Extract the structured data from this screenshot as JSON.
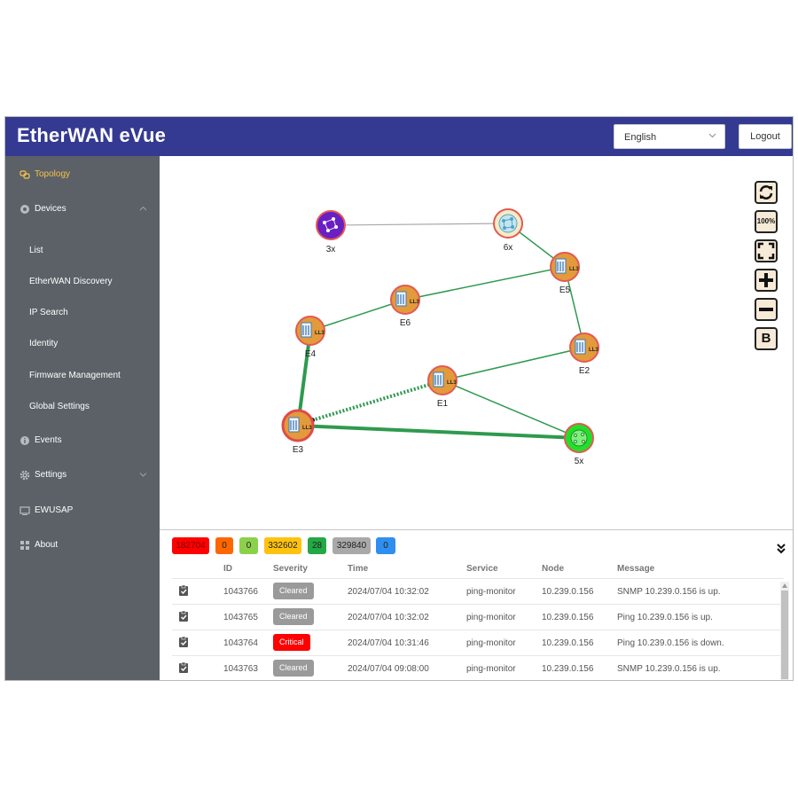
{
  "app": {
    "title": "EtherWAN eVue"
  },
  "header": {
    "language": "English",
    "logout_label": "Logout"
  },
  "sidebar": {
    "items": [
      {
        "label": "Topology",
        "icon": "topology-icon",
        "active": true
      },
      {
        "label": "Devices",
        "icon": "devices-icon",
        "expanded": true
      },
      {
        "label": "Events",
        "icon": "info-icon"
      },
      {
        "label": "Settings",
        "icon": "gear-icon"
      },
      {
        "label": "EWUSAP",
        "icon": "monitor-icon"
      },
      {
        "label": "About",
        "icon": "grid-icon"
      }
    ],
    "device_subitems": [
      "List",
      "EtherWAN Discovery",
      "IP Search",
      "Identity",
      "Firmware Management",
      "Global Settings"
    ]
  },
  "topology": {
    "nodes": [
      {
        "id": "3x",
        "label": "3x",
        "type": "group-purple"
      },
      {
        "id": "6x",
        "label": "6x",
        "type": "group-cloud"
      },
      {
        "id": "E5",
        "label": "E5",
        "type": "switch-l3"
      },
      {
        "id": "E6",
        "label": "E6",
        "type": "switch-l3"
      },
      {
        "id": "E4",
        "label": "E4",
        "type": "switch-l3"
      },
      {
        "id": "E2",
        "label": "E2",
        "type": "switch-l3"
      },
      {
        "id": "E1",
        "label": "E1",
        "type": "switch-l3"
      },
      {
        "id": "E3",
        "label": "E3",
        "type": "switch-l3"
      },
      {
        "id": "5x",
        "label": "5x",
        "type": "group-green"
      }
    ],
    "switch_tag": "LL3",
    "toolbar": {
      "zoom_100_label": "100%",
      "b_label": "B"
    }
  },
  "events": {
    "counts": [
      {
        "value": "182704",
        "color": "#ff0000",
        "text_color": "#7a0000"
      },
      {
        "value": "0",
        "color": "#ff6600",
        "text_color": "#222222"
      },
      {
        "value": "0",
        "color": "#8bd14b",
        "text_color": "#222222"
      },
      {
        "value": "332602",
        "color": "#ffc20e",
        "text_color": "#222222"
      },
      {
        "value": "28",
        "color": "#23a846",
        "text_color": "#222222"
      },
      {
        "value": "329840",
        "color": "#a9a9a9",
        "text_color": "#222222"
      },
      {
        "value": "0",
        "color": "#2f8ff0",
        "text_color": "#222222"
      }
    ],
    "columns": {
      "id": "ID",
      "severity": "Severity",
      "time": "Time",
      "service": "Service",
      "node": "Node",
      "message": "Message"
    },
    "rows": [
      {
        "id": "1043766",
        "severity": "Cleared",
        "severity_color": "#9a9a9a",
        "time": "2024/07/04 10:32:02",
        "service": "ping-monitor",
        "node": "10.239.0.156",
        "message": "SNMP 10.239.0.156 is up."
      },
      {
        "id": "1043765",
        "severity": "Cleared",
        "severity_color": "#9a9a9a",
        "time": "2024/07/04 10:32:02",
        "service": "ping-monitor",
        "node": "10.239.0.156",
        "message": "Ping 10.239.0.156 is up."
      },
      {
        "id": "1043764",
        "severity": "Critical",
        "severity_color": "#ff0000",
        "time": "2024/07/04 10:31:46",
        "service": "ping-monitor",
        "node": "10.239.0.156",
        "message": "Ping 10.239.0.156 is down."
      },
      {
        "id": "1043763",
        "severity": "Cleared",
        "severity_color": "#9a9a9a",
        "time": "2024/07/04 09:08:00",
        "service": "ping-monitor",
        "node": "10.239.0.156",
        "message": "SNMP 10.239.0.156 is up."
      }
    ]
  }
}
